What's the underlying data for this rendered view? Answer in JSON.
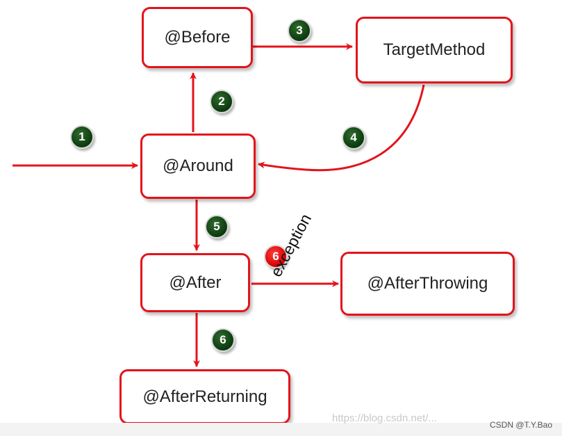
{
  "nodes": {
    "before": "@Before",
    "target": "TargetMethod",
    "around": "@Around",
    "after": "@After",
    "after_throwing": "@AfterThrowing",
    "after_returning": "@AfterReturning"
  },
  "steps": {
    "s1": "1",
    "s2": "2",
    "s3": "3",
    "s4": "4",
    "s5": "5",
    "s6_exception": "6",
    "s6_return": "6"
  },
  "edge_label_exception": "exception",
  "watermark": "https://blog.csdn.net/...",
  "credit": "CSDN @T.Y.Bao",
  "colors": {
    "box_border": "#e3131b",
    "arrow": "#e3131b",
    "badge_green": "#0b3a0d",
    "badge_red": "#d40000"
  }
}
